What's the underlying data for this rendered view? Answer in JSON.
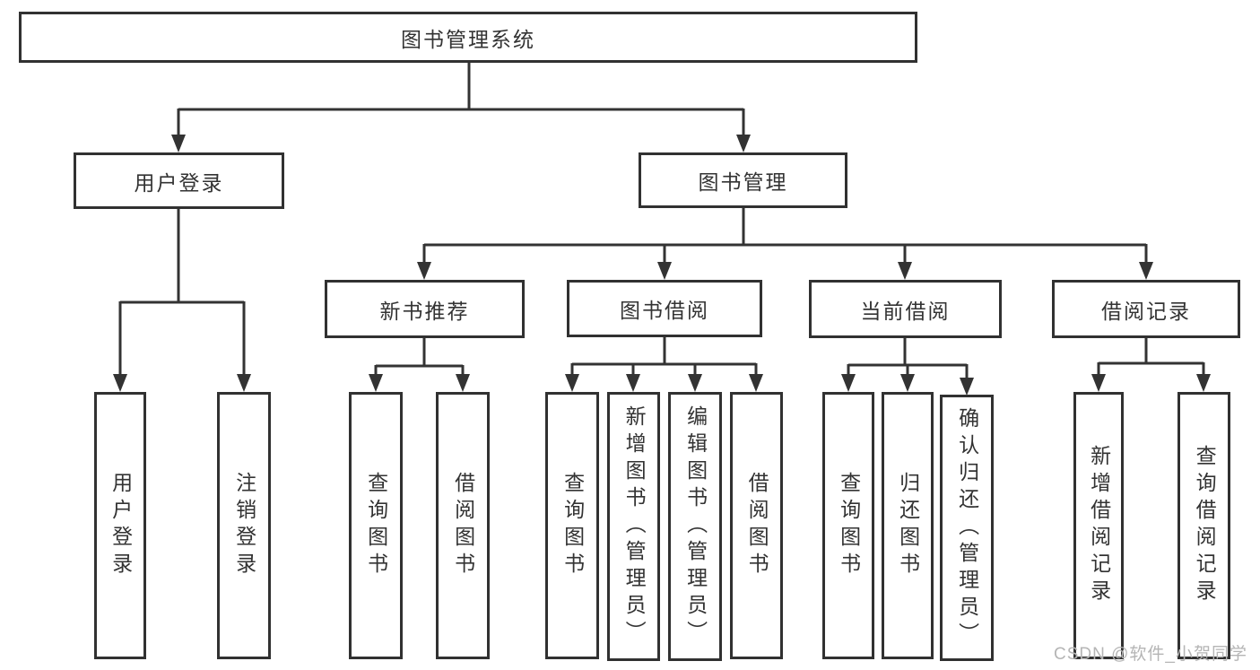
{
  "tree": {
    "root": {
      "label": "图书管理系统"
    },
    "branches": [
      {
        "label": "用户登录",
        "children": [
          {
            "label": "用户登录"
          },
          {
            "label": "注销登录"
          }
        ]
      },
      {
        "label": "图书管理",
        "children": [
          {
            "label": "新书推荐",
            "children": [
              {
                "label": "查询图书"
              },
              {
                "label": "借阅图书"
              }
            ]
          },
          {
            "label": "图书借阅",
            "children": [
              {
                "label": "查询图书"
              },
              {
                "label": "新增图书（管理员）"
              },
              {
                "label": "编辑图书（管理员）"
              },
              {
                "label": "借阅图书"
              }
            ]
          },
          {
            "label": "当前借阅",
            "children": [
              {
                "label": "查询图书"
              },
              {
                "label": "归还图书"
              },
              {
                "label": "确认归还（管理员）"
              }
            ]
          },
          {
            "label": "借阅记录",
            "children": [
              {
                "label": "新增借阅记录"
              },
              {
                "label": "查询借阅记录"
              }
            ]
          }
        ]
      }
    ]
  },
  "watermark": {
    "text": "CSDN @软件_小贺同学"
  },
  "colors": {
    "line": "#333333",
    "text": "#333333",
    "watermark": "#b5b5b5",
    "background": "#ffffff"
  }
}
